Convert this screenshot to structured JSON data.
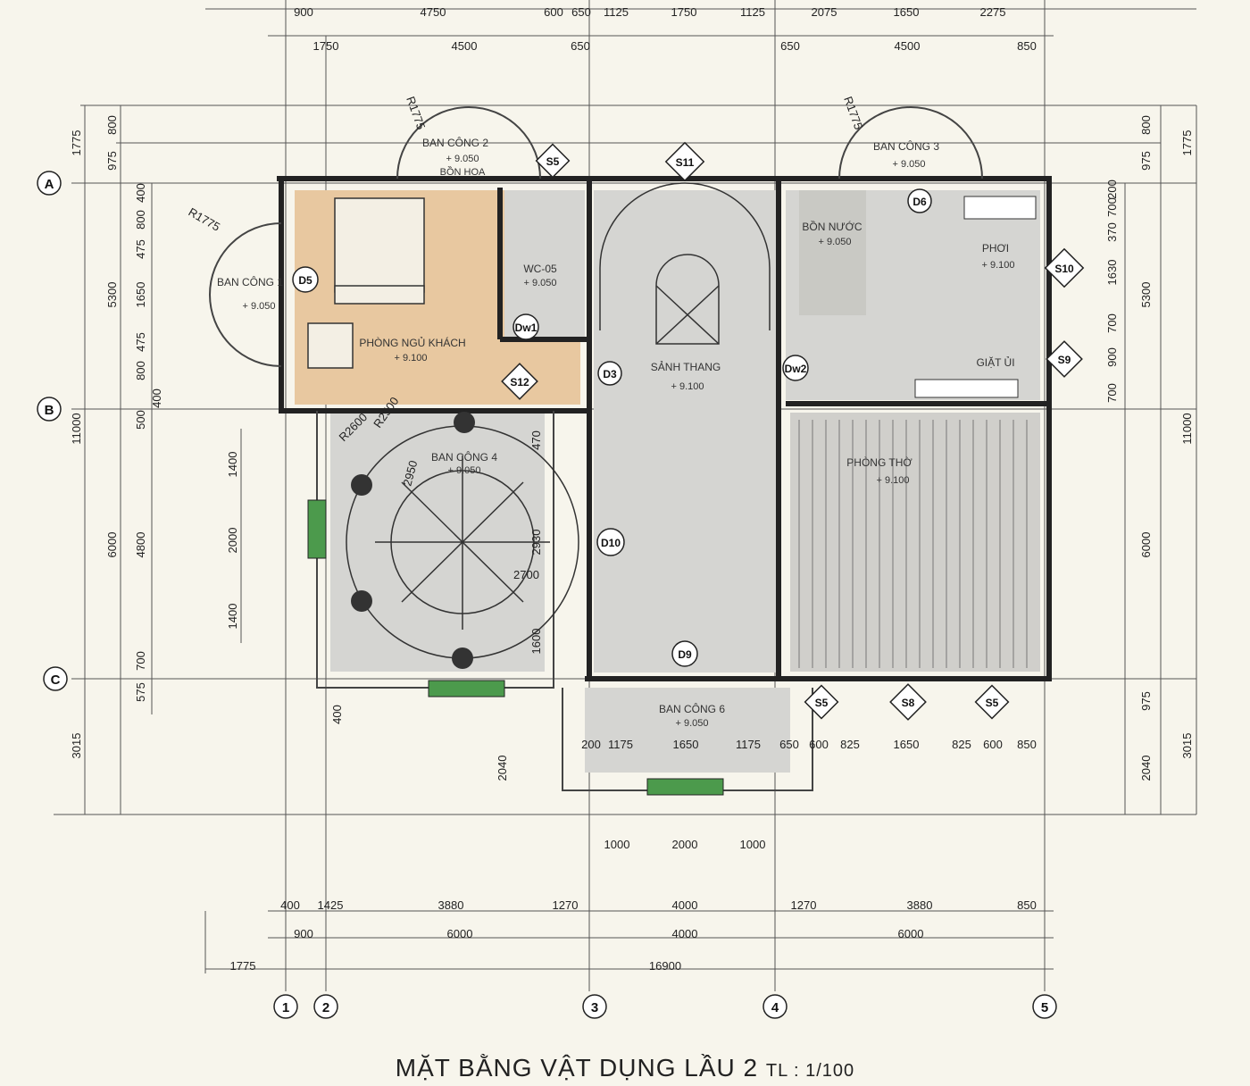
{
  "title": "MẶT BẰNG VẬT DỤNG LẦU 2",
  "scale": "TL : 1/100",
  "axes": {
    "rows": [
      "A",
      "B",
      "C"
    ],
    "cols": [
      "1",
      "2",
      "3",
      "4",
      "5"
    ]
  },
  "dims": {
    "top1": [
      "900",
      "4750",
      "600",
      "650",
      "1125",
      "1750",
      "1125",
      "2075",
      "1650",
      "2275"
    ],
    "top2": [
      "1750",
      "4500",
      "650",
      "650",
      "4500",
      "850"
    ],
    "left_outer": [
      "1775",
      "5300",
      "11000",
      "6000",
      "3015"
    ],
    "left_inner": [
      "800",
      "975",
      "400",
      "800",
      "475",
      "1650",
      "475",
      "800",
      "400",
      "500",
      "4800",
      "700",
      "575",
      "400",
      "2040"
    ],
    "left_balcony": [
      "1400",
      "2000",
      "1400",
      "470",
      "2930",
      "1600"
    ],
    "right_inner": [
      "800",
      "975",
      "200",
      "700",
      "370",
      "1630",
      "700",
      "900",
      "700",
      "6000",
      "975",
      "2040"
    ],
    "right_outer": [
      "1775",
      "5300",
      "11000",
      "3015"
    ],
    "porch": [
      "200",
      "1175",
      "1650",
      "1175",
      "650",
      "600",
      "825",
      "1650",
      "825",
      "600",
      "850"
    ],
    "porch_lower": [
      "1000",
      "2000",
      "1000"
    ],
    "bottom1": [
      "400",
      "1425",
      "3880",
      "1270",
      "4000",
      "1270",
      "3880",
      "850"
    ],
    "bottom2": [
      "900",
      "6000",
      "4000",
      "6000"
    ],
    "bottom3": [
      "1775",
      "16900"
    ],
    "radii": [
      "R1775",
      "R1775",
      "R1775",
      "R2600",
      "R2500",
      "2950",
      "2700"
    ]
  },
  "rooms": {
    "ban_cong_2": {
      "name": "BAN CÔNG 2",
      "level": "+ 9.050",
      "note": "BỒN HOA"
    },
    "ban_cong_3": {
      "name": "BAN CÔNG 3",
      "level": "+ 9.050"
    },
    "ban_cong_1": {
      "name": "BAN CÔNG 1",
      "level": "+ 9.050"
    },
    "phong_ngu": {
      "name": "PHÒNG NGỦ KHÁCH",
      "level": "+ 9.100"
    },
    "wc": {
      "name": "WC-05",
      "level": "+ 9.050"
    },
    "sanh": {
      "name": "SẢNH THANG",
      "level": "+ 9.100"
    },
    "bon_nuoc": {
      "name": "BỒN NƯỚC",
      "level": "+ 9.050"
    },
    "phoi": {
      "name": "PHƠI",
      "level": "+ 9.100"
    },
    "giat": {
      "name": "GIẶT ỦI"
    },
    "ban_cong_4": {
      "name": "BAN CÔNG 4",
      "level": "+ 9.050"
    },
    "phong_tho": {
      "name": "PHÒNG THỜ",
      "level": "+ 9.100"
    },
    "ban_cong_6": {
      "name": "BAN CÔNG 6",
      "level": "+ 9.050"
    }
  },
  "tags": {
    "s5a": "S5",
    "s11": "S11",
    "s10": "S10",
    "s9": "S9",
    "s12": "S12",
    "s5b": "S5",
    "s8": "S8",
    "s5c": "S5",
    "d5": "D5",
    "d6": "D6",
    "d3": "D3",
    "d10": "D10",
    "d9": "D9",
    "dw1": "Dw1",
    "dw2": "Dw2"
  },
  "colors": {
    "line": "#1a1a1a",
    "wall": "#222222",
    "floor_grey": "#d5d5d2",
    "bedroom": "#e8c8a0",
    "planter": "#4c9a4c",
    "paper": "#f7f5ec"
  }
}
